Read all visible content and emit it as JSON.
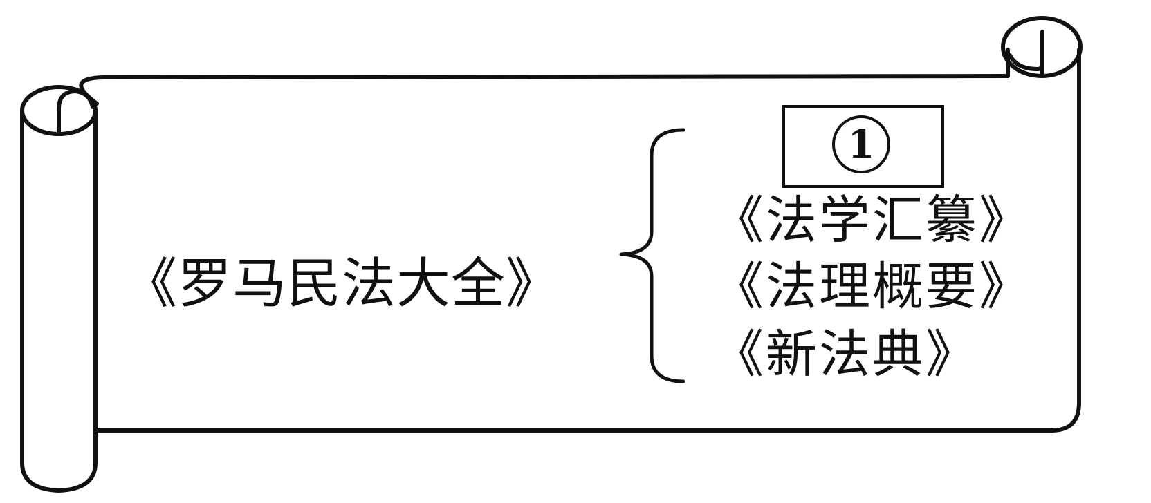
{
  "diagram": {
    "type": "scroll",
    "main_title": "《罗马民法大全》",
    "blank": {
      "label": "①",
      "description": "blank answer box"
    },
    "components": [
      "《法学汇纂》",
      "《法理概要》",
      "《新法典》"
    ],
    "connector": "left-curly-brace"
  },
  "colors": {
    "stroke": "#111111",
    "background": "#ffffff"
  }
}
